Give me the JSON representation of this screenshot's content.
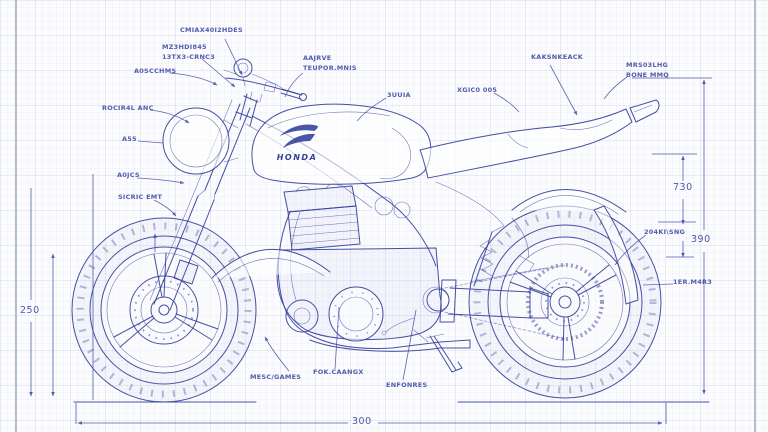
{
  "theme": {
    "ink": "#35429c",
    "dim_color": "#3f4ca6",
    "grid_color": "#dde3f0",
    "background": "#fcfcfe",
    "frame_border": "#b6bdca"
  },
  "brand": {
    "logo_text": "HONDA"
  },
  "callouts": {
    "top": {
      "line1": "CMIAX40I2HDES"
    },
    "front_brake": {
      "line1": "MZ3HDI845",
      "line2": "13TX3-CRNC3"
    },
    "handlebar": {
      "line1": "A0SCCHMS"
    },
    "headlight_upper": {
      "line1": "ROCIR4L ANC"
    },
    "headlight": {
      "line1": "A55"
    },
    "front_fork": {
      "line1": "A0JCS"
    },
    "front_fender": {
      "line1": "SICRIC EMT"
    },
    "throttle": {
      "line1": "AAJRVE",
      "line2": "TEUPOR.MNIS"
    },
    "fuel_tank": {
      "line1": "3UUIA"
    },
    "seat": {
      "line1": "XGIC0 005"
    },
    "seat_cowl": {
      "line1": "KAKSNKEACK"
    },
    "tail": {
      "line1": "MRS03LHG",
      "line2": "BONE MMQ"
    },
    "rear_tire": {
      "line1": "204KI\\SNG"
    },
    "rear_wheel": {
      "line1": "1ER.M4R3"
    },
    "engine_left": {
      "line1": "MESC/GAMES"
    },
    "engine_mid": {
      "line1": "FOK.CAANGX"
    },
    "engine_right": {
      "line1": "ENFONRES"
    }
  },
  "dimensions": {
    "front_height": "250",
    "tail_section": "730",
    "rear_height": "390",
    "wheelbase": "300"
  }
}
